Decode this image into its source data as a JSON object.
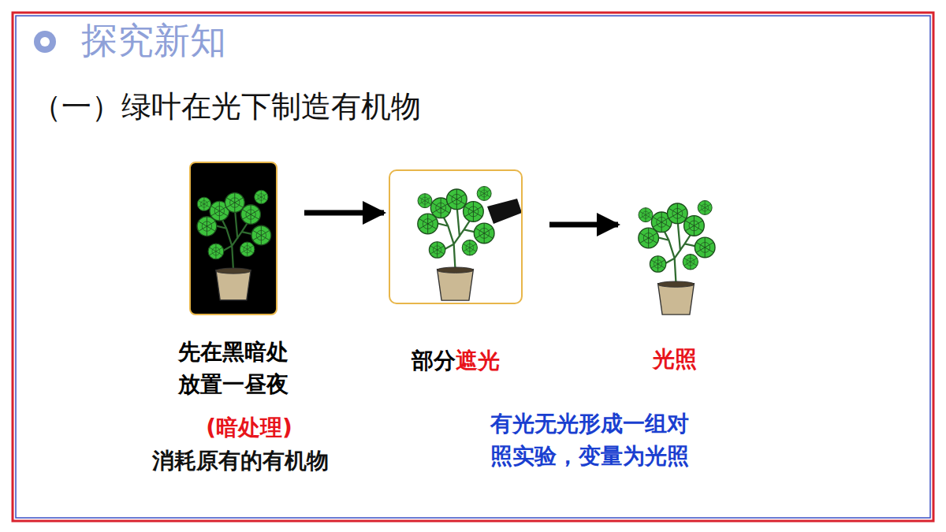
{
  "diagram": {
    "title": "探究新知",
    "nodes": [
      {
        "text": [
          "先在黑暗处 放置一昼夜"
        ]
      },
      {
        "text": [
          "部分",
          "遮光"
        ]
      },
      {
        "text": [
          "光照"
        ]
      }
    ],
    "edges": [
      {
        "from": 0,
        "to": 1,
        "arrow": "to"
      },
      {
        "from": 1,
        "to": 2,
        "arrow": "to"
      }
    ],
    "labels": [
      "（一）绿叶在光下制造有机物",
      "(暗处理)",
      "消耗原有的有机物",
      "有光无光形成一组对照实验，变量为光照"
    ]
  }
}
